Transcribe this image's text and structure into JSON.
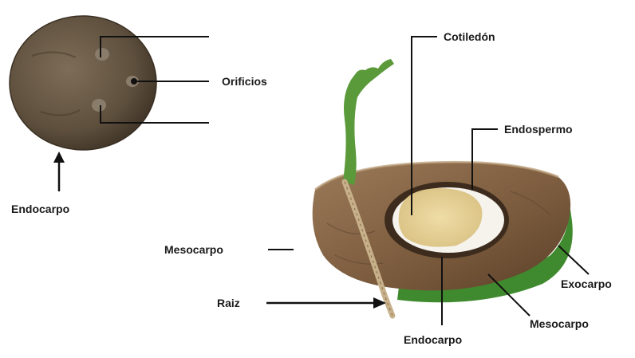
{
  "labels": {
    "endocarpo_left": "Endocarpo",
    "orificios": "Orificios",
    "cotiledon": "Cotiledón",
    "endospermo": "Endospermo",
    "mesocarpo_left": "Mesocarpo",
    "raiz": "Raiz",
    "endocarpo_bottom": "Endocarpo",
    "exocarpo": "Exocarpo",
    "mesocarpo_right": "Mesocarpo"
  },
  "colors": {
    "shell": "#6a5a44",
    "husk": "#8a6a4a",
    "husk_dark": "#5e4630",
    "exocarp": "#3f8a2e",
    "endosperm": "#f5f3ec",
    "cotyledon": "#e6d39a",
    "sprout": "#5a9a3a"
  }
}
